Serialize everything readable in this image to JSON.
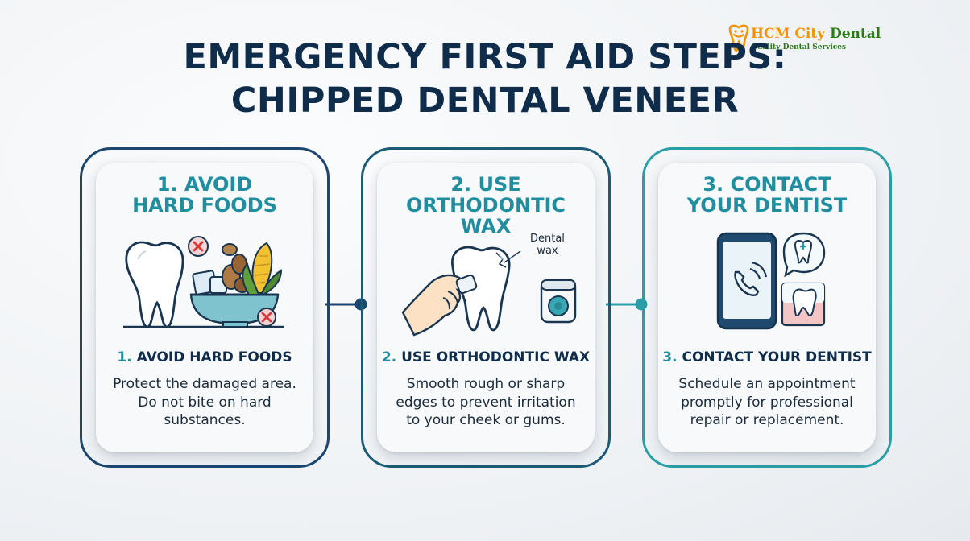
{
  "logo": {
    "name_part1": "HCM City",
    "name_part2": "Dental",
    "tagline": "Quality Dental Services",
    "icon": "tooth-logo-icon",
    "colors": {
      "orange": "#f29400",
      "green": "#2b7a16"
    }
  },
  "title": {
    "line1": "EMERGENCY FIRST AID STEPS:",
    "line2": "CHIPPED DENTAL VENEER"
  },
  "steps": [
    {
      "heading_lines": [
        "1. AVOID",
        "HARD FOODS"
      ],
      "sub_num": "1.",
      "sub_text": "AVOID HARD FOODS",
      "desc_lines": [
        "Protect the damaged area.",
        "Do not bite on hard",
        "substances."
      ],
      "icon": "tooth-and-hard-foods-icon"
    },
    {
      "heading_lines": [
        "2. USE",
        "ORTHODONTIC",
        "WAX"
      ],
      "sub_num": "2.",
      "sub_text": "USE ORTHODONTIC WAX",
      "desc_lines": [
        "Smooth rough or sharp",
        "edges to prevent irritation",
        "to your cheek or gums."
      ],
      "illus_label_line1": "Dental",
      "illus_label_line2": "wax",
      "icon": "hand-applying-wax-icon"
    },
    {
      "heading_lines": [
        "3. CONTACT",
        "YOUR DENTIST"
      ],
      "sub_num": "3.",
      "sub_text": "CONTACT YOUR DENTIST",
      "desc_lines": [
        "Schedule an appointment",
        "promptly for professional",
        "repair or replacement."
      ],
      "icon": "phone-call-dentist-icon"
    }
  ],
  "colors": {
    "navy": "#0f2d4a",
    "teal": "#218ea0",
    "border1": "#1a4670",
    "border2": "#1c5b76",
    "border3": "#2a9ea6"
  }
}
